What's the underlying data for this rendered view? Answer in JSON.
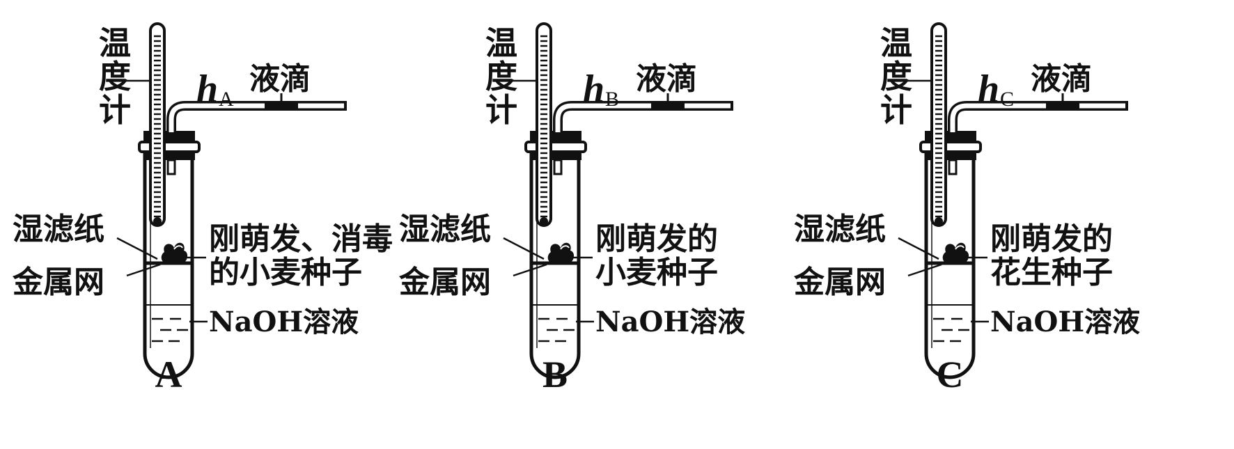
{
  "apparatus": [
    {
      "id": "A",
      "label": "A",
      "thermometer": [
        "温",
        "度",
        "计"
      ],
      "h_symbol": "h",
      "h_subscript": "A",
      "droplet": "液滴",
      "filter_paper": "湿滤纸",
      "metal_mesh": "金属网",
      "seeds": [
        "刚萌发、消毒",
        "的小麦种子"
      ],
      "solution": "NaOH溶液"
    },
    {
      "id": "B",
      "label": "B",
      "thermometer": [
        "温",
        "度",
        "计"
      ],
      "h_symbol": "h",
      "h_subscript": "B",
      "droplet": "液滴",
      "filter_paper": "湿滤纸",
      "metal_mesh": "金属网",
      "seeds": [
        "刚萌发的",
        "小麦种子"
      ],
      "solution": "NaOH溶液"
    },
    {
      "id": "C",
      "label": "C",
      "thermometer": [
        "温",
        "度",
        "计"
      ],
      "h_symbol": "h",
      "h_subscript": "C",
      "droplet": "液滴",
      "filter_paper": "湿滤纸",
      "metal_mesh": "金属网",
      "seeds": [
        "刚萌发的",
        "花生种子"
      ],
      "solution": "NaOH溶液"
    }
  ]
}
